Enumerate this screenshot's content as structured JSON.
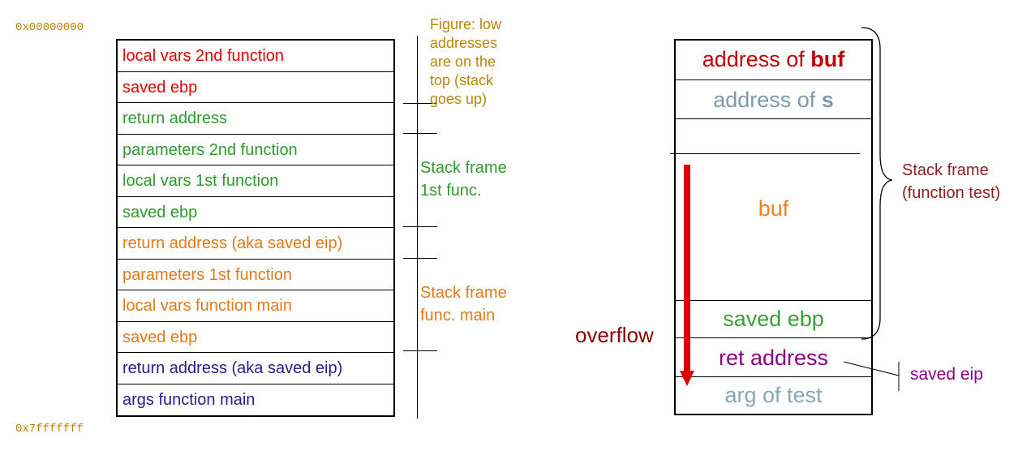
{
  "addresses": {
    "low": "0x00000000",
    "high": "0x7fffffff"
  },
  "left_stack": {
    "rows": [
      {
        "label": "local vars 2nd function",
        "color": "#e00000"
      },
      {
        "label": "saved ebp",
        "color": "#e00000"
      },
      {
        "label": "return address",
        "color": "#2e9a2e"
      },
      {
        "label": "parameters 2nd function",
        "color": "#2e9a2e"
      },
      {
        "label": "local vars 1st function",
        "color": "#2e9a2e"
      },
      {
        "label": "saved ebp",
        "color": "#2e9a2e"
      },
      {
        "label": "return address (aka saved eip)",
        "color": "#e07a1a"
      },
      {
        "label": "parameters 1st function",
        "color": "#e07a1a"
      },
      {
        "label": "local vars function main",
        "color": "#e07a1a"
      },
      {
        "label": "saved ebp",
        "color": "#e07a1a"
      },
      {
        "label": "return address (aka saved eip)",
        "color": "#2a1a8a"
      },
      {
        "label": "args function main",
        "color": "#2a1a8a"
      }
    ]
  },
  "figure_note": [
    "Figure: low",
    "addresses",
    "are on the",
    "top (stack",
    "goes up)"
  ],
  "frame_labels": {
    "first": [
      "Stack frame",
      "1st func."
    ],
    "main": [
      "Stack frame",
      "func. main"
    ]
  },
  "right_stack": {
    "address_of_buf": {
      "prefix": "address of ",
      "bold": "buf",
      "color": "#c00000"
    },
    "address_of_s": {
      "prefix": "address of ",
      "bold": "s",
      "color": "#7a9ab0"
    },
    "buf": {
      "label": "buf",
      "color": "#f08020"
    },
    "saved_ebp": {
      "label": "saved ebp",
      "color": "#3aa03a"
    },
    "ret_address": {
      "label": "ret address",
      "color": "#8b0080"
    },
    "arg_of_test": {
      "label": "arg of test",
      "color": "#8aa5b8"
    }
  },
  "test_frame_label": [
    "Stack frame",
    "(function test)"
  ],
  "overflow": {
    "label": "overflow",
    "arrow_color": "#dd0000"
  },
  "saved_eip_label": "saved eip"
}
